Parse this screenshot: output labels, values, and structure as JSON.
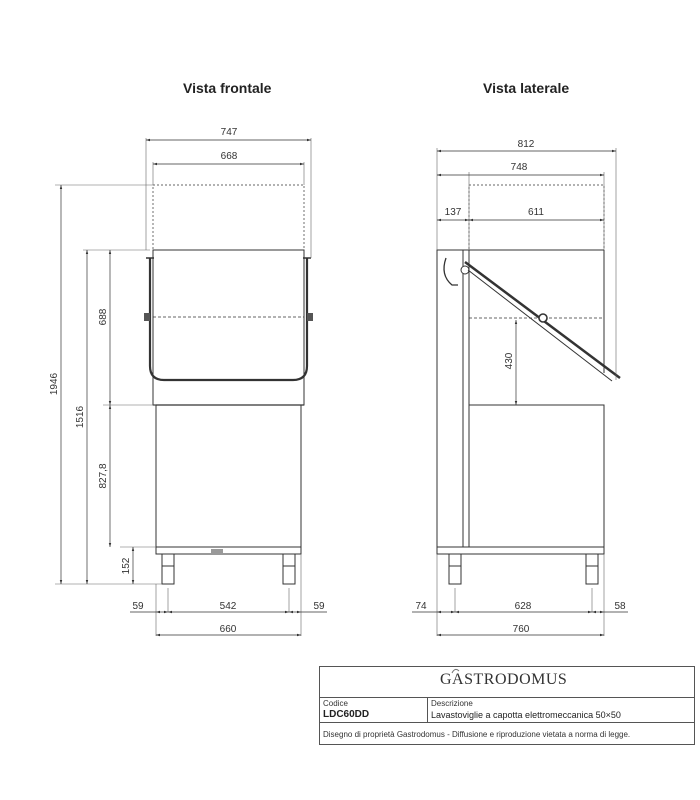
{
  "views": {
    "front_title": "Vista frontale",
    "side_title": "Vista laterale"
  },
  "front_dims": {
    "overall_width": "747",
    "inner_width": "668",
    "total_height": "1946",
    "open_height": "1516",
    "hood_height": "688",
    "body_height": "827,8",
    "feet_height": "152",
    "left_offset": "59",
    "feet_span": "542",
    "right_offset": "59",
    "base_width": "660"
  },
  "side_dims": {
    "overall_depth": "812",
    "open_depth": "748",
    "rear_offset": "137",
    "hood_depth": "611",
    "hood_lift": "430",
    "rear_foot_offset": "74",
    "feet_span": "628",
    "front_offset": "58",
    "base_depth": "760"
  },
  "title_block": {
    "brand": "GASTRODOMUS",
    "codice_label": "Codice",
    "codice_value": "LDC60DD",
    "descrizione_label": "Descrizione",
    "descrizione_value": "Lavastoviglie a capotta elettromeccanica 50×50",
    "footer": "Disegno di proprietà Gastrodomus - Diffusione e riproduzione vietata a norma di legge."
  }
}
